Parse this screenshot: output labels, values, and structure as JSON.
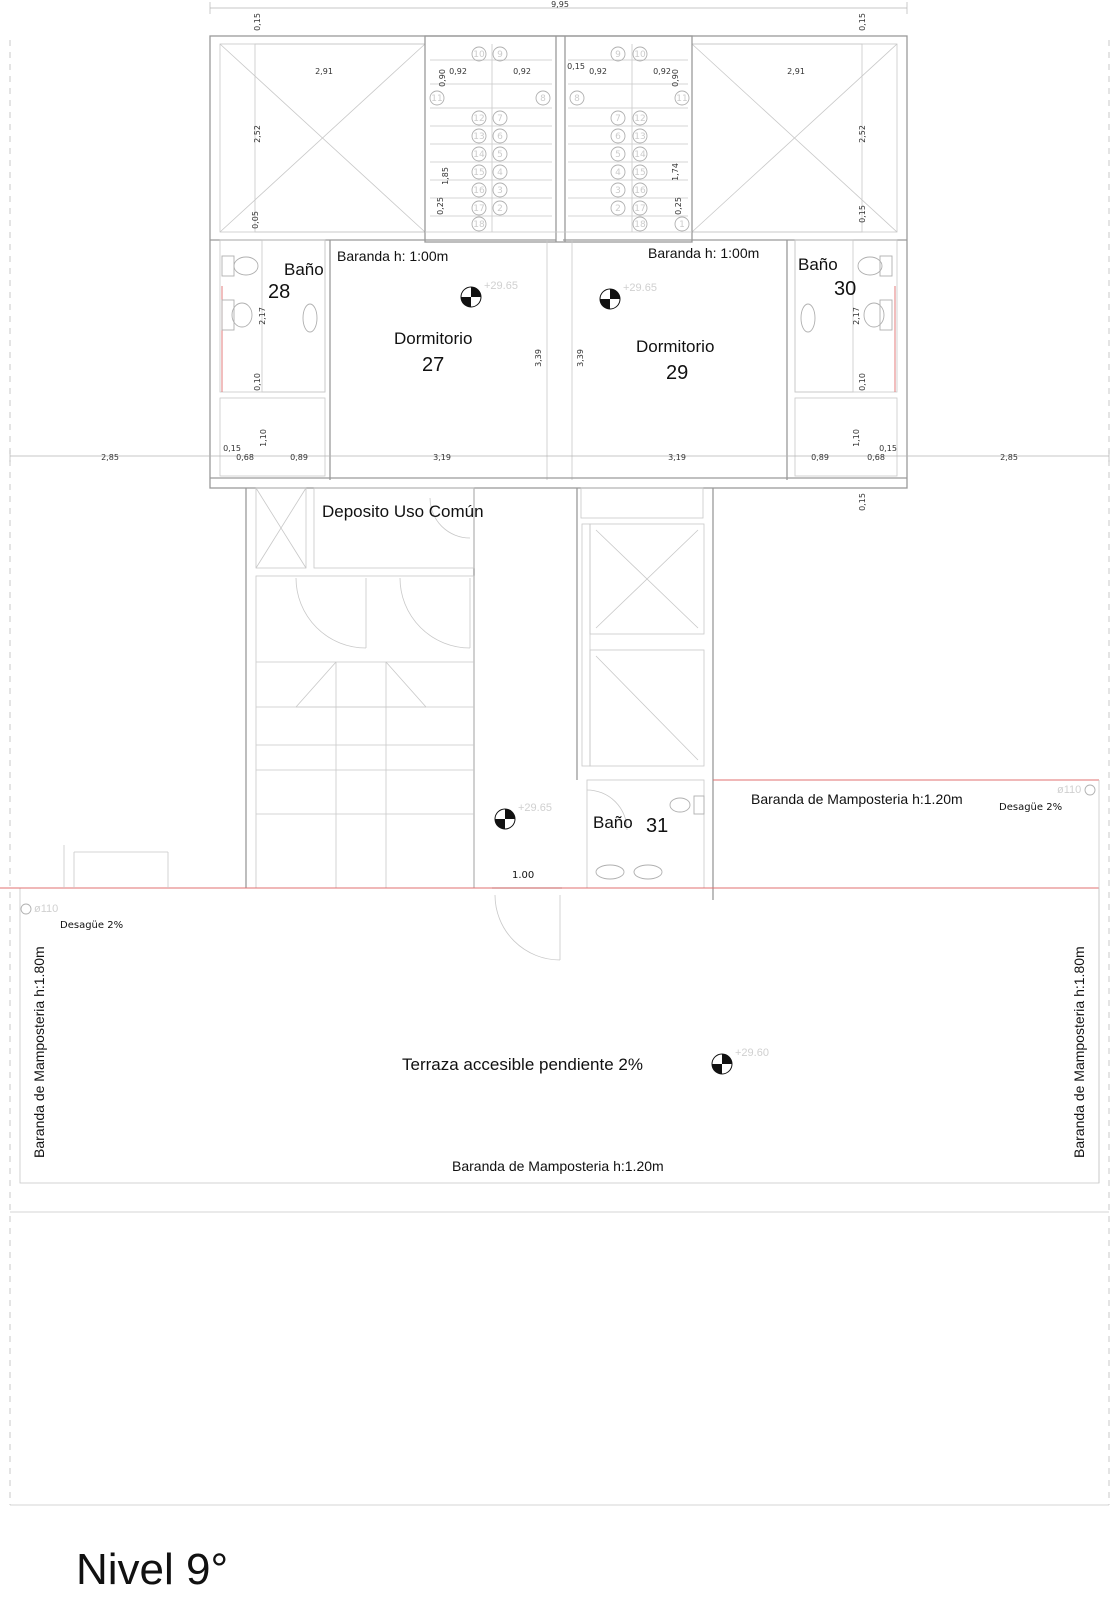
{
  "title": "Nivel 9°",
  "overall_dim": "9,95",
  "rooms": {
    "bano_28": {
      "name": "Baño",
      "number": "28"
    },
    "dorm_27": {
      "name": "Dormitorio",
      "number": "27"
    },
    "dorm_29": {
      "name": "Dormitorio",
      "number": "29"
    },
    "bano_30": {
      "name": "Baño",
      "number": "30"
    },
    "bano_31": {
      "name": "Baño",
      "number": "31"
    },
    "deposito": {
      "name": "Deposito Uso Común"
    },
    "terraza": {
      "name": "Terraza accesible pendiente 2%"
    }
  },
  "labels": {
    "baranda_left": "Baranda h: 1:00m",
    "baranda_right": "Baranda h: 1:00m",
    "baranda_mamp_top": "Baranda de Mamposteria h:1.20m",
    "baranda_mamp_bottom": "Baranda de Mamposteria h:1.20m",
    "baranda_side_left": "Baranda de Mamposteria h:1.80m",
    "baranda_side_right": "Baranda de Mamposteria h:1.80m",
    "desague_right": "Desagüe 2%",
    "desague_left": "Desagüe 2%",
    "door_width": "1.00",
    "drain_code": "ø110"
  },
  "levels": {
    "dorm_27": "+29.65",
    "dorm_29": "+29.65",
    "hall": "+29.65",
    "terraza": "+29.60"
  },
  "dims": {
    "d015_tl": "0,15",
    "d015_tr": "0,15",
    "d291_l": "2,91",
    "d291_r": "2,91",
    "d090_l": "0,90",
    "d090_r": "0,90",
    "d092_a": "0,92",
    "d092_b": "0,92",
    "d092_c": "0,92",
    "d092_d": "0,92",
    "d015_mid": "0,15",
    "d252_l": "2,52",
    "d252_r": "2,52",
    "d185": "1,85",
    "d174": "1,74",
    "d025_l": "0,25",
    "d025_r": "0,25",
    "d005": "0,05",
    "d015_r2": "0,15",
    "d217_l": "2,17",
    "d217_r": "2,17",
    "d339_l": "3,39",
    "d339_r": "3,39",
    "d010_l": "0,10",
    "d010_r": "0,10",
    "d110_l": "1,10",
    "d110_r": "1,10",
    "d015_l3": "0,15",
    "d015_r3": "0,15",
    "d285_l": "2,85",
    "d285_r": "2,85",
    "d068_l": "0,68",
    "d068_r": "0,68",
    "d089_l": "0,89",
    "d089_r": "0,89",
    "d319_l": "3,19",
    "d319_r": "3,19",
    "d015_r4": "0,15"
  },
  "stair_left_numbers": [
    "10",
    "9",
    "11",
    "8",
    "12",
    "7",
    "13",
    "6",
    "14",
    "5",
    "15",
    "4",
    "16",
    "3",
    "17",
    "2",
    "18"
  ],
  "stair_right_numbers": [
    "9",
    "10",
    "8",
    "11",
    "7",
    "12",
    "6",
    "13",
    "5",
    "14",
    "4",
    "15",
    "3",
    "16",
    "2",
    "17",
    "1",
    "18"
  ]
}
